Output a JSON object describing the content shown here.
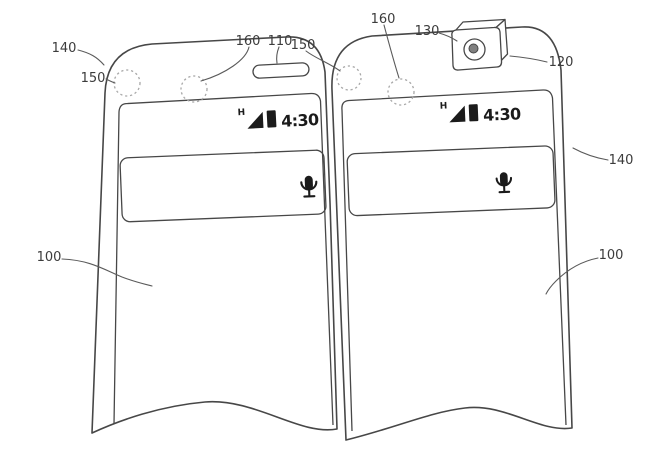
{
  "figure": {
    "time": "4:30",
    "signal_letter": "H",
    "line_color": "#474747",
    "label_color": "#3c3c3c",
    "sensor_circle_color": "#a8a8a8",
    "status_icon_color": "#1b1b1b"
  },
  "labels": [
    {
      "id": "ref-140-left",
      "text": "140"
    },
    {
      "id": "ref-150-left",
      "text": "150"
    },
    {
      "id": "ref-160-left",
      "text": "160"
    },
    {
      "id": "ref-110",
      "text": "110"
    },
    {
      "id": "ref-150-right",
      "text": "150"
    },
    {
      "id": "ref-160-right",
      "text": "160"
    },
    {
      "id": "ref-130",
      "text": "130"
    },
    {
      "id": "ref-120",
      "text": "120"
    },
    {
      "id": "ref-140-right",
      "text": "140"
    },
    {
      "id": "ref-100-left",
      "text": "100"
    },
    {
      "id": "ref-100-right",
      "text": "100"
    }
  ]
}
